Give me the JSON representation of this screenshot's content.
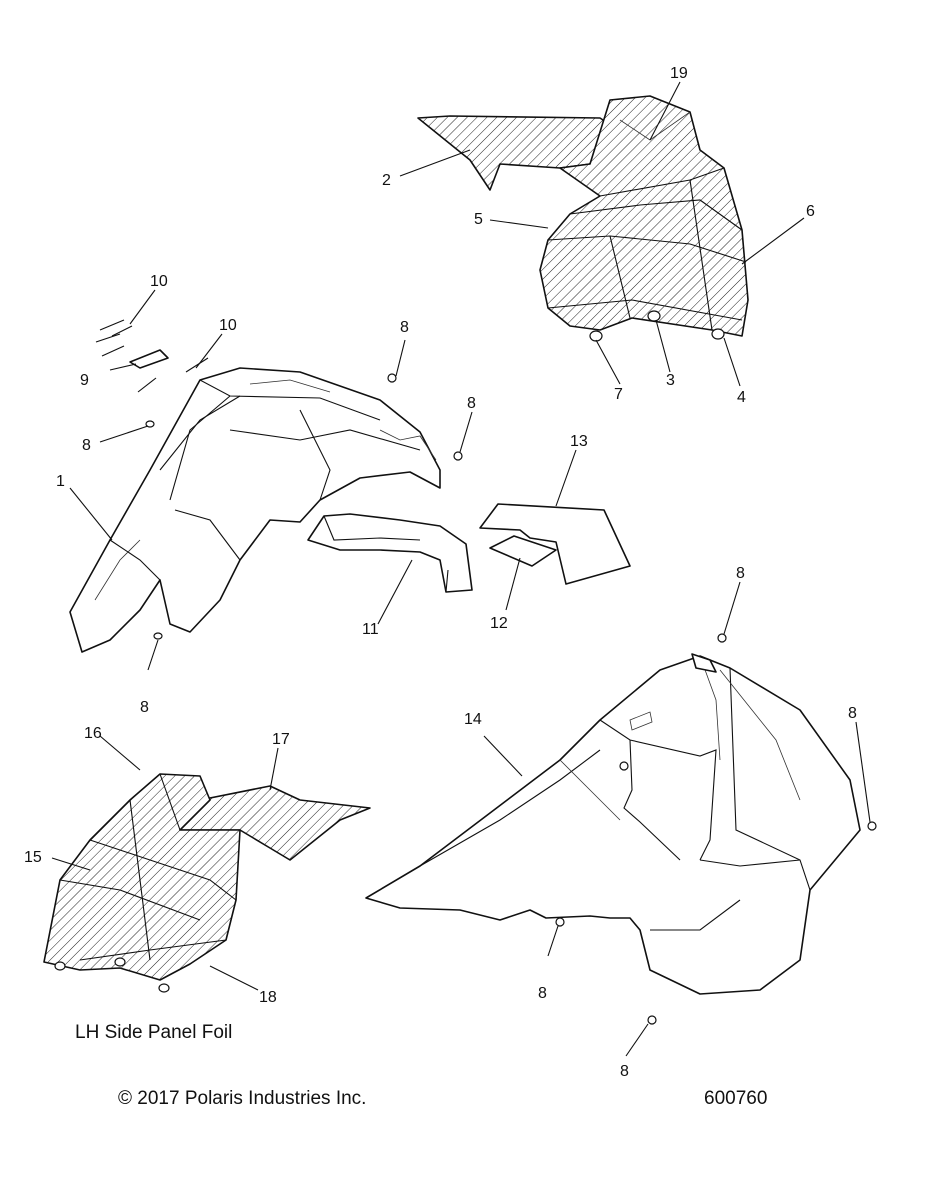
{
  "callouts": {
    "c1": "1",
    "c2": "2",
    "c3": "3",
    "c4": "4",
    "c5": "5",
    "c6": "6",
    "c7": "7",
    "c8": "8",
    "c9": "9",
    "c10": "10",
    "c11": "11",
    "c12": "12",
    "c13": "13",
    "c14": "14",
    "c15": "15",
    "c16": "16",
    "c17": "17",
    "c18": "18",
    "c19": "19"
  },
  "caption": "LH Side Panel Foil",
  "copyright": "© 2017 Polaris Industries Inc.",
  "document_number": "600760"
}
